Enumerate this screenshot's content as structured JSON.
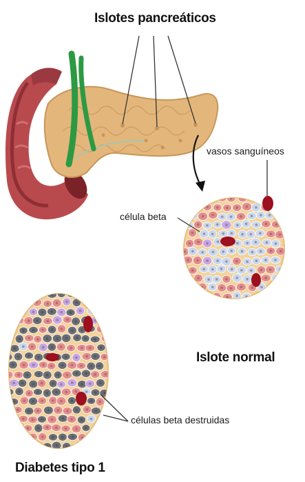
{
  "labels": {
    "title": "Islotes pancreáticos",
    "vessels": "vasos sanguíneos",
    "beta_cell": "célula beta",
    "normal_islet": "Islote normal",
    "destroyed_beta": "células beta destruidas",
    "diabetes_type1": "Diabetes tipo 1"
  },
  "colors": {
    "duodenum": "#b84a4e",
    "pancreas": "#e3b77c",
    "duct_green": "#2d9a43",
    "islet_background": "#f2d39a",
    "beta_cell": "#c9d8ef",
    "alpha_cell": "#e58c8c",
    "delta_cell": "#c7a6e6",
    "blood_vessel": "#9c1020",
    "destroyed_cell": "#6b6e74"
  },
  "icons": {
    "arrow": "curved-arrow-icon"
  }
}
